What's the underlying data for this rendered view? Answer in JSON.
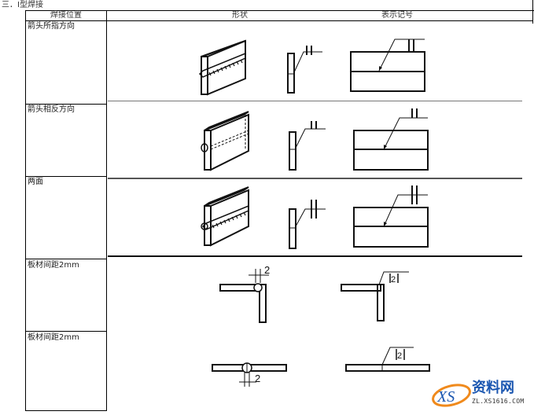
{
  "section": {
    "title": "三．I型焊接"
  },
  "table": {
    "headers": {
      "position": "焊接位置",
      "shape": "形状",
      "symbol": "表示记号"
    },
    "rows": [
      {
        "label": "箭头所指方向",
        "symbol_mark": "II"
      },
      {
        "label": "箭头相反方向",
        "symbol_mark": "II"
      },
      {
        "label": "两面",
        "symbol_mark": "‡"
      },
      {
        "label": "板材间距2mm",
        "dimension": "2",
        "symbol_mark": "2"
      },
      {
        "label": "板材间距2mm",
        "dimension": "2",
        "symbol_mark": "2"
      }
    ]
  },
  "watermark": {
    "logo": "XS",
    "brand": "资料网",
    "url": "ZL.XS1616.COM",
    "colors": {
      "blue": "#1a56b0",
      "orange": "#f08a1c"
    }
  }
}
